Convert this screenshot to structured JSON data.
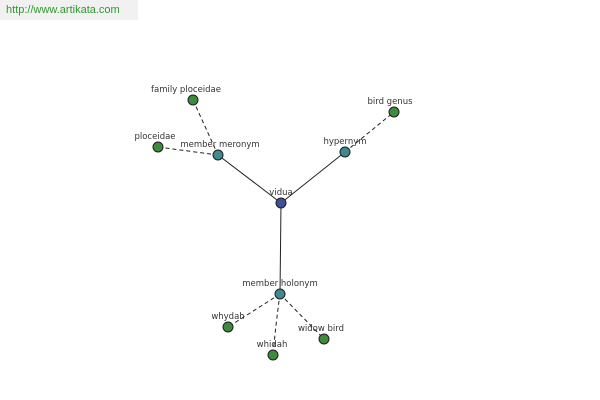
{
  "header": {
    "site_url": "http://www.artikata.com"
  },
  "colors": {
    "center_node": "#3f4f98",
    "relation_node": "#3f8b8b",
    "leaf_node": "#3e8a3e",
    "node_stroke": "#1e1e1e",
    "edge": "#222222"
  },
  "graph": {
    "center": {
      "id": "vidua",
      "label": "vidua"
    },
    "relations": [
      {
        "id": "member-meronym",
        "label": "member meronym"
      },
      {
        "id": "hypernym",
        "label": "hypernym"
      },
      {
        "id": "member-holonym",
        "label": "member holonym"
      }
    ],
    "leaves": [
      {
        "id": "family-ploceidae",
        "label": "family ploceidae",
        "parent": "member-meronym"
      },
      {
        "id": "ploceidae",
        "label": "ploceidae",
        "parent": "member-meronym"
      },
      {
        "id": "bird-genus",
        "label": "bird genus",
        "parent": "hypernym"
      },
      {
        "id": "whydah",
        "label": "whydah",
        "parent": "member-holonym"
      },
      {
        "id": "whidah",
        "label": "whidah",
        "parent": "member-holonym"
      },
      {
        "id": "widow-bird",
        "label": "widow bird",
        "parent": "member-holonym"
      }
    ]
  }
}
